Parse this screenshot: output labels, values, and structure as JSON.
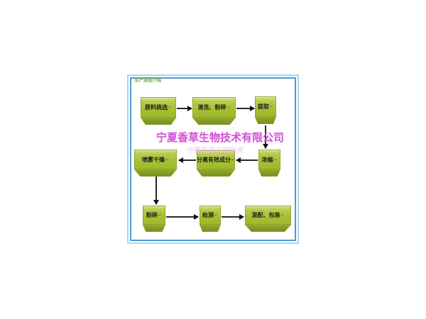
{
  "panel": {
    "title": "生产流程介绍",
    "border_inner_color": "#4a9cd4",
    "border_outer_color": "#a9d7ee",
    "background": "#ffffff"
  },
  "watermark": {
    "text": "宁夏香草生物技术有限公司",
    "ghost_text": "宁夏香草生物技术",
    "color": "#cf3ed2"
  },
  "flowchart": {
    "return_mark": "↵",
    "node_color": "#a6c033",
    "node_base_color": "#7f9420",
    "nodes": [
      {
        "id": "raw-material-selection",
        "label": "原料挑选"
      },
      {
        "id": "washing-crushing",
        "label": "清洗、粉碎"
      },
      {
        "id": "extraction",
        "label": "提取"
      },
      {
        "id": "concentration",
        "label": "浓缩"
      },
      {
        "id": "separate-active-ingredients",
        "label": "分离有效成分"
      },
      {
        "id": "spray-drying",
        "label": "喷雾干燥"
      },
      {
        "id": "crushing",
        "label": "粉碎"
      },
      {
        "id": "testing",
        "label": "检测"
      },
      {
        "id": "mixing-packaging",
        "label": "混配、包装"
      }
    ],
    "edges": [
      {
        "from": "原料挑选",
        "to": "清洗、粉碎"
      },
      {
        "from": "清洗、粉碎",
        "to": "提取"
      },
      {
        "from": "提取",
        "to": "浓缩"
      },
      {
        "from": "浓缩",
        "to": "分离有效成分"
      },
      {
        "from": "分离有效成分",
        "to": "喷雾干燥"
      },
      {
        "from": "喷雾干燥",
        "to": "粉碎"
      },
      {
        "from": "粉碎",
        "to": "检测"
      },
      {
        "from": "检测",
        "to": "混配、包装"
      }
    ]
  }
}
